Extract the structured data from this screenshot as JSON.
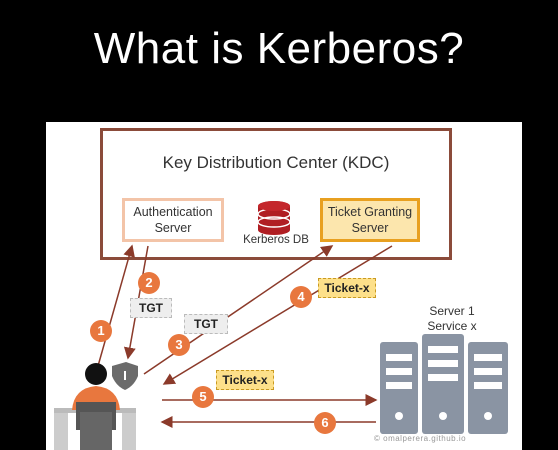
{
  "header": {
    "title": "What is Kerberos?"
  },
  "kdc": {
    "title": "Key Distribution Center (KDC)",
    "auth_server": "Authentication Server",
    "ticket_granting_server": "Ticket Granting Server",
    "db_label": "Kerberos DB"
  },
  "tags": {
    "tgt_1": "TGT",
    "tgt_2": "TGT",
    "ticket_x_1": "Ticket-x",
    "ticket_x_2": "Ticket-x"
  },
  "steps": [
    "1",
    "2",
    "3",
    "4",
    "5",
    "6"
  ],
  "server": {
    "line1": "Server 1",
    "line2": "Service x"
  },
  "credit": "© omalperera.github.io",
  "colors": {
    "kdc_border": "#8b4b3a",
    "auth_border": "#f3c4a8",
    "tgs_border": "#e8a020",
    "tgs_fill": "#fce6ad",
    "step": "#e8773e",
    "arrow": "#8b3a2a",
    "server": "#8a94a3"
  },
  "icons": [
    "database-icon",
    "user-icon",
    "shield-icon",
    "server-icon"
  ]
}
